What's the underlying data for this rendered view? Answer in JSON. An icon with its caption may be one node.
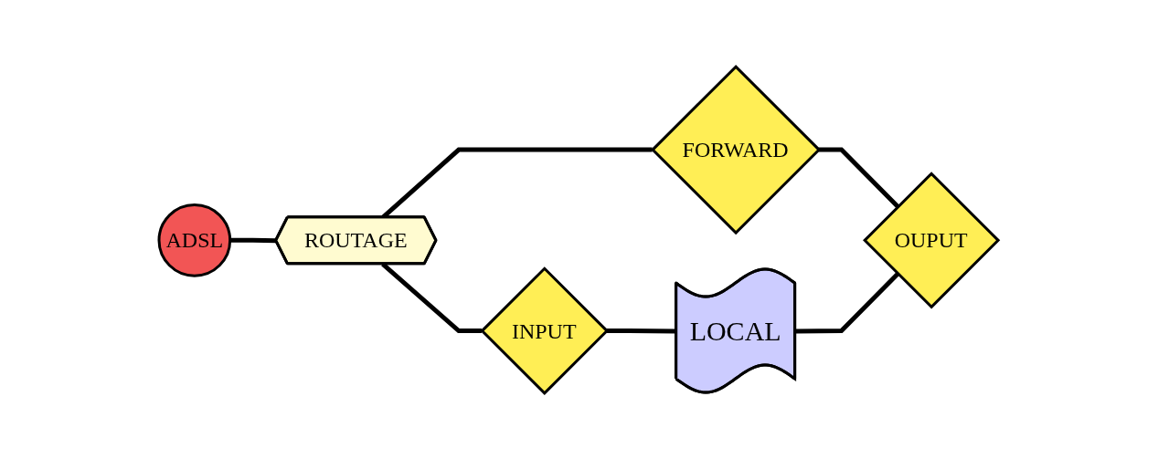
{
  "diagram": {
    "nodes": [
      {
        "text": [
          "ADSL"
        ]
      },
      {
        "text": [
          "ROUTAGE"
        ]
      },
      {
        "text": [
          "FORWARD"
        ]
      },
      {
        "text": [
          "INPUT"
        ]
      },
      {
        "text": [
          "LOCAL"
        ]
      },
      {
        "text": [
          "OUPUT"
        ]
      }
    ],
    "edges": [
      {
        "from": 0,
        "to": 1,
        "arrow": "none"
      },
      {
        "from": 1,
        "to": 2,
        "arrow": "none"
      },
      {
        "from": 2,
        "to": 5,
        "arrow": "none"
      },
      {
        "from": 1,
        "to": 3,
        "arrow": "none"
      },
      {
        "from": 3,
        "to": 4,
        "arrow": "none"
      },
      {
        "from": 4,
        "to": 5,
        "arrow": "none"
      }
    ]
  }
}
